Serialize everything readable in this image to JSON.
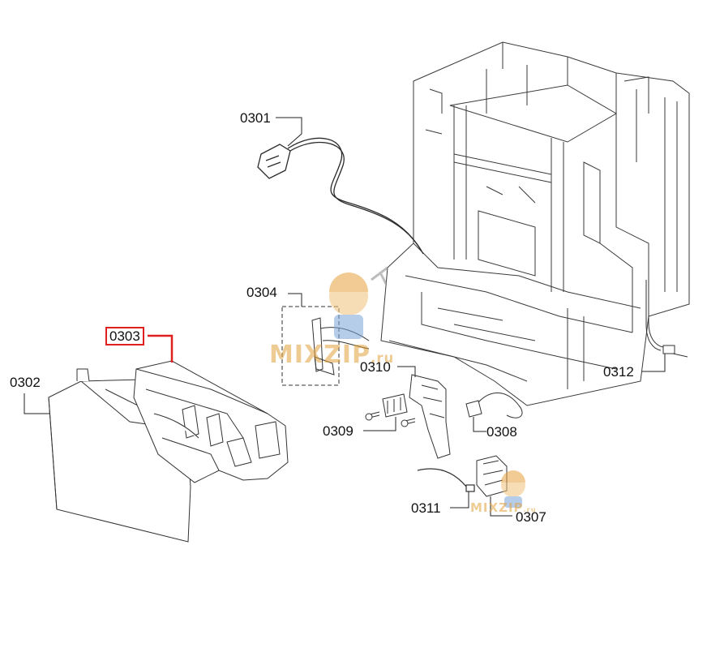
{
  "labels": {
    "p0301": "0301",
    "p0302": "0302",
    "p0303": "0303",
    "p0304": "0304",
    "p0307": "0307",
    "p0308": "0308",
    "p0309": "0309",
    "p0310": "0310",
    "p0311": "0311",
    "p0312": "0312"
  },
  "highlighted_part": "0303",
  "watermark": {
    "brand": "MIXZIP",
    "tld": ".ru"
  },
  "colors": {
    "highlight": "#e0201e",
    "line": "#222222",
    "watermark": "#e1a03c"
  }
}
